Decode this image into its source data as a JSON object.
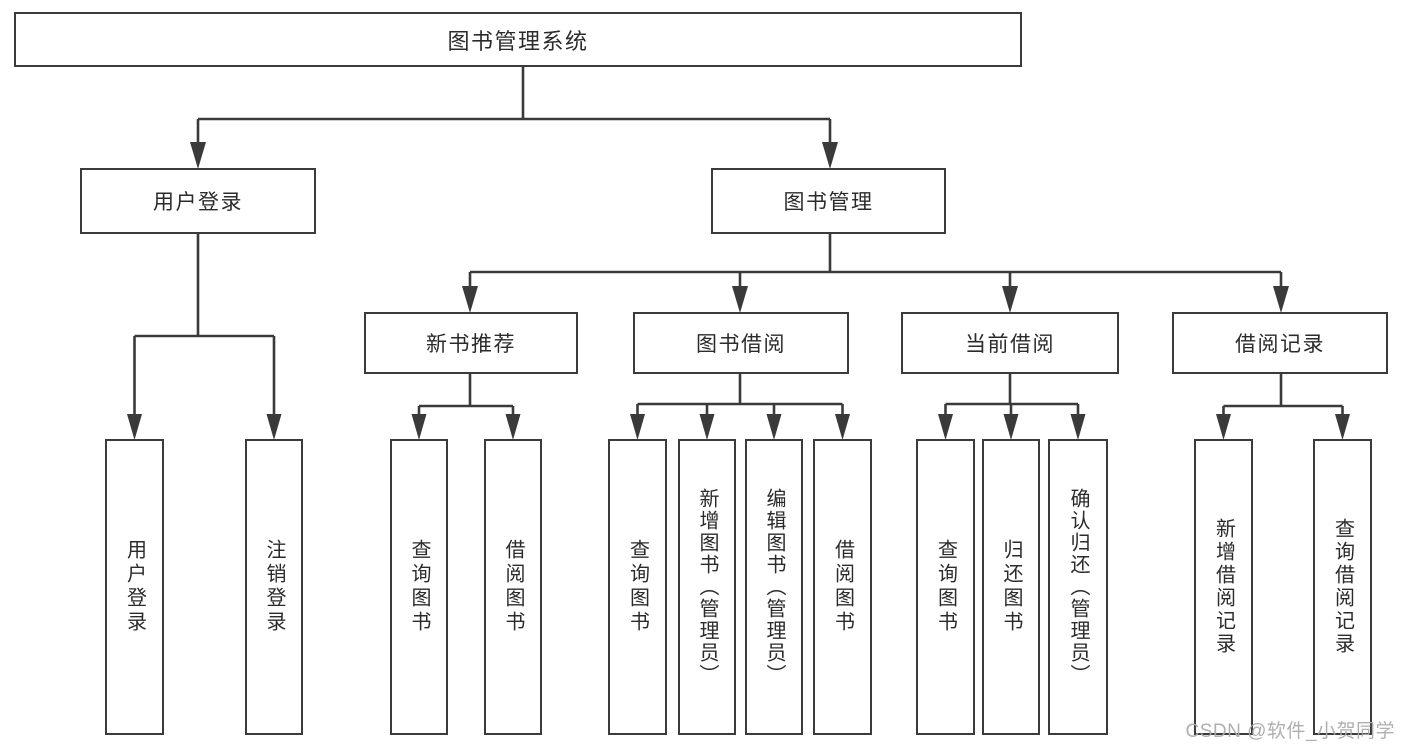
{
  "diagram": {
    "type": "hierarchy-structure-diagram",
    "root": {
      "label": "图书管理系统"
    },
    "branches": [
      {
        "label": "用户登录",
        "children": [
          {
            "label": "用户登录"
          },
          {
            "label": "注销登录"
          }
        ]
      },
      {
        "label": "图书管理",
        "groups": [
          {
            "label": "新书推荐",
            "children": [
              {
                "label": "查询图书"
              },
              {
                "label": "借阅图书"
              }
            ]
          },
          {
            "label": "图书借阅",
            "children": [
              {
                "label": "查询图书"
              },
              {
                "label": "新增图书（管理员）"
              },
              {
                "label": "编辑图书（管理员）"
              },
              {
                "label": "借阅图书"
              }
            ]
          },
          {
            "label": "当前借阅",
            "children": [
              {
                "label": "查询图书"
              },
              {
                "label": "归还图书"
              },
              {
                "label": "确认归还（管理员）"
              }
            ]
          },
          {
            "label": "借阅记录",
            "children": [
              {
                "label": "新增借阅记录"
              },
              {
                "label": "查询借阅记录"
              }
            ]
          }
        ]
      }
    ],
    "watermark": "CSDN @软件_小贺同学",
    "colors": {
      "line": "#3a3a3a",
      "box_border": "#3b3b3b",
      "text": "#2b2b2b",
      "watermark": "#a9a9a9",
      "background": "#ffffff"
    }
  }
}
